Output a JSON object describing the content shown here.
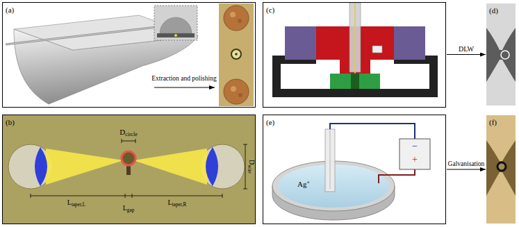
{
  "diagram": {
    "nodes": [
      {
        "text": [
          "(a)"
        ]
      },
      {
        "text": [
          "(b)"
        ]
      },
      {
        "text": [
          "(c)"
        ]
      },
      {
        "text": [
          "(d)"
        ]
      },
      {
        "text": [
          "(e)"
        ]
      },
      {
        "text": [
          "(f)"
        ]
      }
    ],
    "edges": [
      {
        "from": 2,
        "to": 3,
        "arrow": "to",
        "label": "DLW"
      },
      {
        "from": 4,
        "to": 5,
        "arrow": "to",
        "label": "Galvanisation"
      }
    ],
    "labels": [
      "Extraction and polishing",
      "Dcircle",
      "Dwire",
      "Ltaper,L",
      "Lgap",
      "Ltaper,R",
      "Ag+",
      "−",
      "+"
    ]
  }
}
